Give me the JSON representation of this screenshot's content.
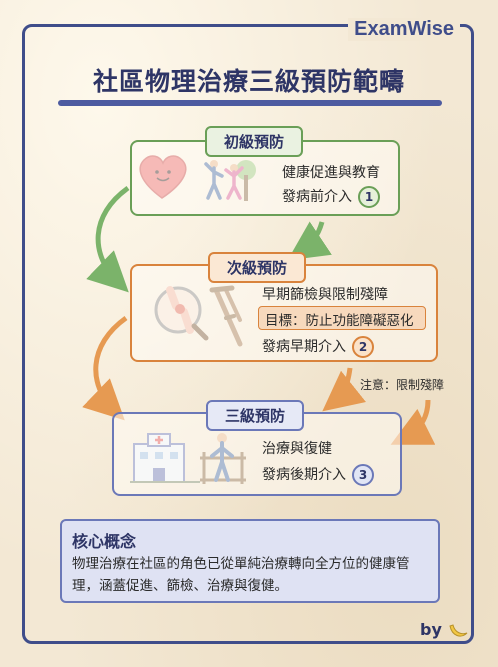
{
  "brand": "ExamWise",
  "title": "社區物理治療三級預防範疇",
  "levels": [
    {
      "name": "初級預防",
      "lines": [
        "健康促進與教育",
        "發病前介入"
      ],
      "number": "1"
    },
    {
      "name": "次級預防",
      "lines": [
        "早期篩檢與限制殘障",
        "目標：防止功能障礙惡化",
        "發病早期介入"
      ],
      "number": "2"
    },
    {
      "name": "三級預防",
      "lines": [
        "治療與復健",
        "發病後期介入"
      ],
      "number": "3"
    }
  ],
  "note": "注意：限制殘障",
  "core": {
    "title": "核心概念",
    "body": "物理治療在社區的角色已從單純治療轉向全方位的健康管理，涵蓋促進、篩檢、治療與復健。"
  },
  "byline": "by",
  "colors": {
    "green": "#6a9f57",
    "orange": "#d9833c",
    "blue": "#6b78b8",
    "navy": "#2e3566"
  },
  "icons": [
    "heart-icon",
    "exercising-people-icon",
    "knee-joint-icon",
    "crutch-icon",
    "hospital-icon",
    "rehab-therapist-icon",
    "banana-icon"
  ]
}
